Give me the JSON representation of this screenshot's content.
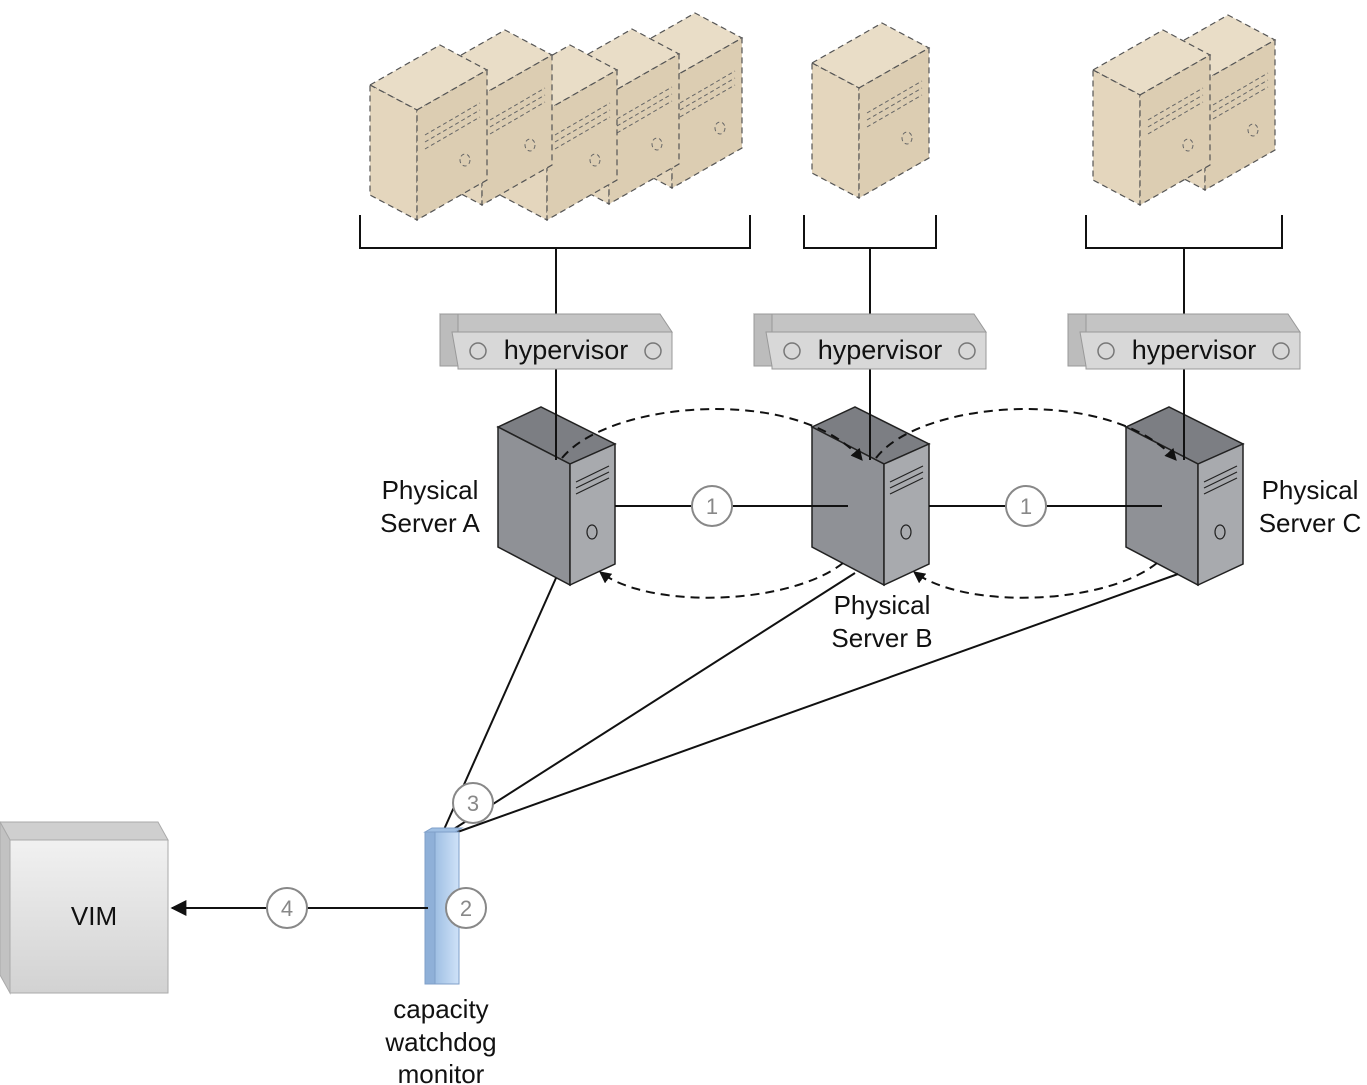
{
  "hypervisors": [
    {
      "label": "hypervisor"
    },
    {
      "label": "hypervisor"
    },
    {
      "label": "hypervisor"
    }
  ],
  "servers": [
    {
      "line1": "Physical",
      "line2": "Server A"
    },
    {
      "line1": "Physical",
      "line2": "Server B"
    },
    {
      "line1": "Physical",
      "line2": "Server C"
    }
  ],
  "vm_groups": [
    {
      "count": 5
    },
    {
      "count": 1
    },
    {
      "count": 2
    }
  ],
  "steps": {
    "step1a": "1",
    "step1b": "1",
    "step2": "2",
    "step3": "3",
    "step4": "4"
  },
  "monitor": {
    "line1": "capacity",
    "line2": "watchdog",
    "line3": "monitor"
  },
  "vim": {
    "label": "VIM"
  },
  "colors": {
    "vm_fill": "#e4d6bd",
    "server_fill": "#9a9ca1",
    "hypervisor_fill": "#d8d8d8",
    "monitor_fill": "#b7d3f2",
    "vim_fill": "#dcdcdc"
  }
}
